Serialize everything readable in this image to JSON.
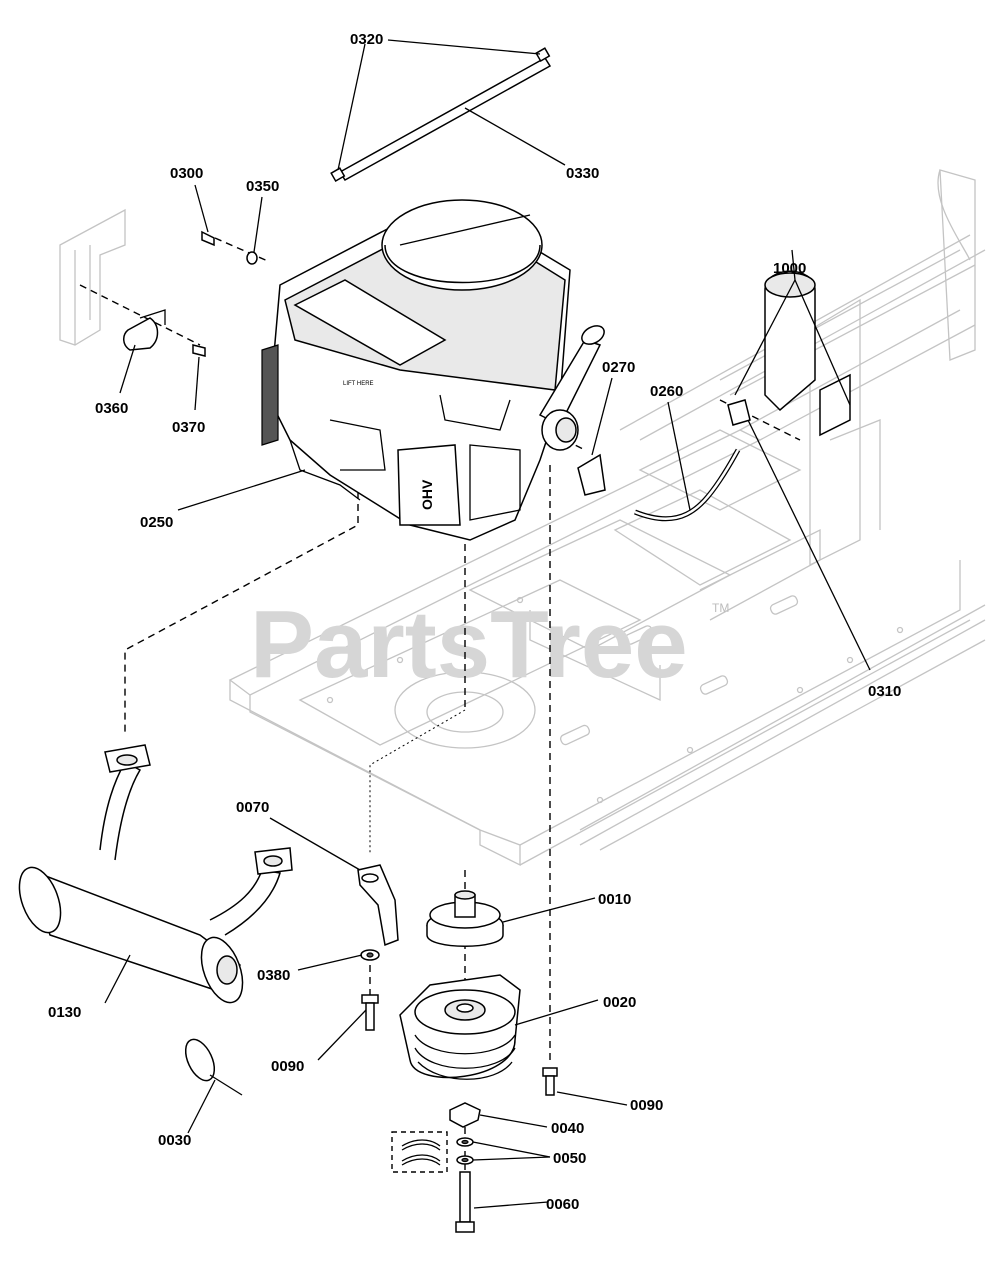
{
  "watermark": {
    "text": "PartsTree",
    "tm": "TM"
  },
  "labels": {
    "p0320": "0320",
    "p0330": "0330",
    "p0300": "0300",
    "p0350": "0350",
    "p0360": "0360",
    "p0370": "0370",
    "p1000": "1000",
    "p0270": "0270",
    "p0260": "0260",
    "p0250": "0250",
    "p0310": "0310",
    "p0070": "0070",
    "p0010": "0010",
    "p0380": "0380",
    "p0130": "0130",
    "p0020": "0020",
    "p0090a": "0090",
    "p0090b": "0090",
    "p0040": "0040",
    "p0050": "0050",
    "p0030": "0030",
    "p0060": "0060"
  },
  "engine_decals": {
    "brand": "OHV",
    "lift": "LIFT HERE"
  }
}
